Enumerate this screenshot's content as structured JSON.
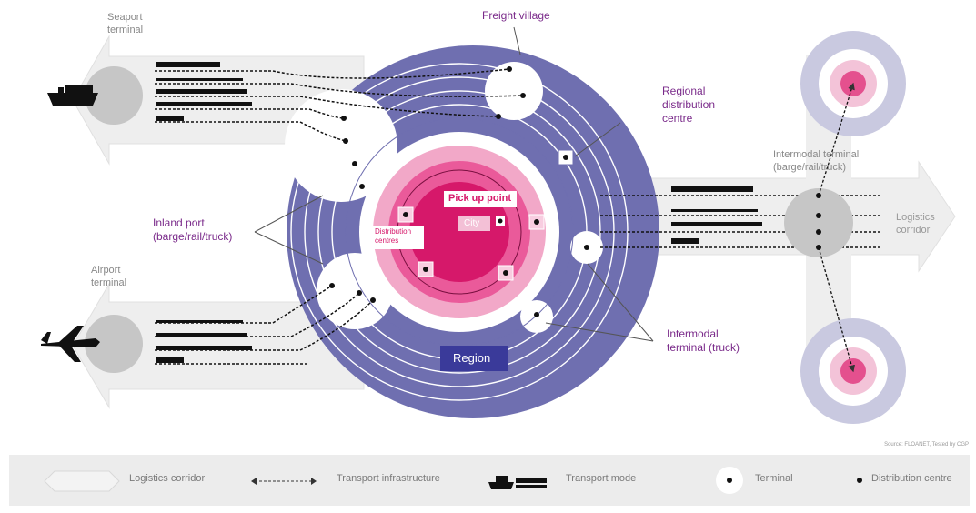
{
  "labels": {
    "seaport": [
      "Seaport",
      "terminal"
    ],
    "airport": [
      "Airport",
      "terminal"
    ],
    "freight_village": "Freight village",
    "regional_dc": [
      "Regional",
      "distribution",
      "centre"
    ],
    "inland_port": [
      "Inland port",
      "(barge/rail/truck)"
    ],
    "intermodal_truck": [
      "Intermodal",
      "terminal (truck)"
    ],
    "intermodal_terminal": [
      "Intermodal terminal",
      "(barge/rail/truck)"
    ],
    "logistics_corridor": [
      "Logistics",
      "corridor"
    ],
    "pickup_point": "Pick up point",
    "city": "City",
    "distribution_centres": [
      "Distribution",
      "centres"
    ],
    "region": "Region"
  },
  "source": "Source: FLOANET, Tested by CGP",
  "legend": {
    "items": [
      {
        "label": "Logistics corridor",
        "icon": "corridor-arrow-icon"
      },
      {
        "label": "Transport infrastructure",
        "icon": "double-arrow-icon"
      },
      {
        "label": "Transport mode",
        "icon": "ship-train-icon"
      },
      {
        "label": "Terminal",
        "icon": "terminal-circle-icon"
      },
      {
        "label": "Distribution centre",
        "icon": "dot-icon"
      }
    ]
  },
  "colors": {
    "region": "#6f6fb0",
    "region_box": "#3a3a9a",
    "city_outer": "#f2a8c8",
    "city_mid": "#ea5a9a",
    "city_inner": "#d6186a",
    "satellite_outer": "#c9c9e0",
    "satellite_ring": "#f3c3d8",
    "satellite_core": "#e4508e",
    "terminal_grey": "#c6c6c6",
    "label_purple": "#7a2a8a",
    "corridor": "#eeeeee"
  }
}
